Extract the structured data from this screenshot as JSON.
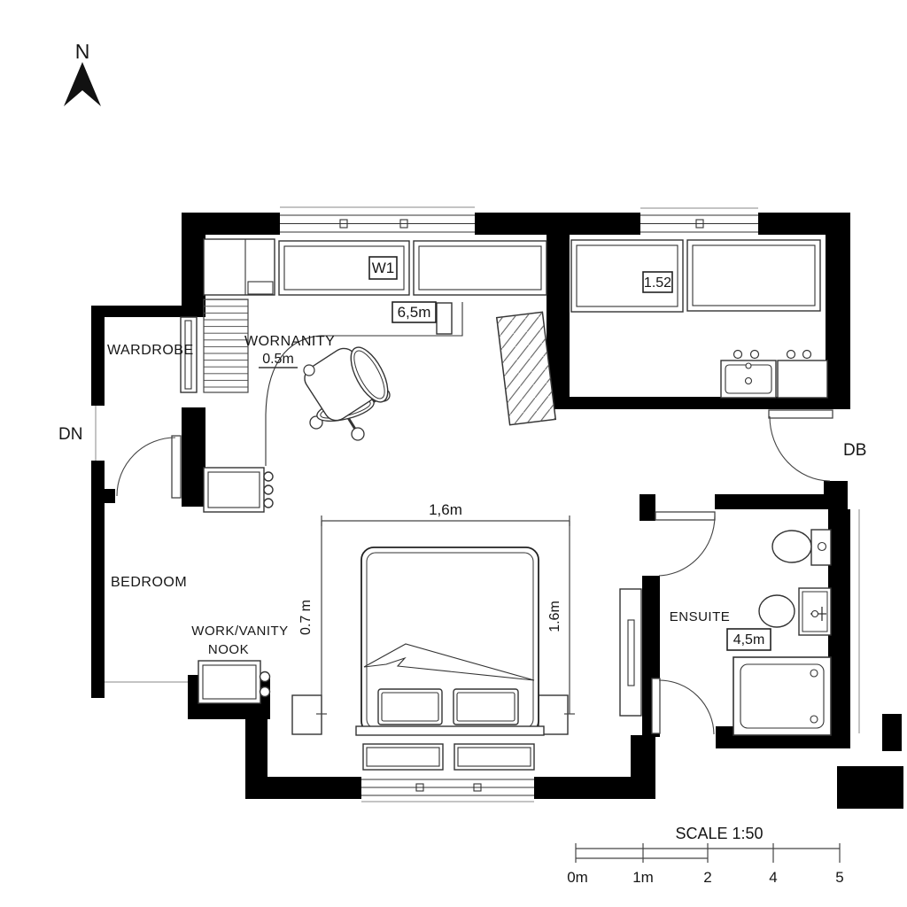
{
  "compass": {
    "label": "N"
  },
  "labels": {
    "wardrobe": "WARDROBE",
    "dn": "DN",
    "db": "DB",
    "bedroom": "BEDROOM",
    "ensuite": "ENSUITE",
    "work_vanity_upper": "WORNANITY",
    "work_vanity_upper_dim": "0.5m",
    "nook_line1": "WORK/VANITY",
    "nook_line2": "NOOK",
    "window_tag": "W1",
    "upper_room_dim": "1.52",
    "desk_dim": "6,5m",
    "bed_width_top": "1,6m",
    "bed_dim_left": "0.7 m",
    "bed_dim_right": "1.6m",
    "ensuite_area": "4,5m"
  },
  "scale_bar": {
    "title": "SCALE 1:50",
    "ticks": [
      "0m",
      "1m",
      "2",
      "4",
      "5"
    ]
  },
  "colors": {
    "wall": "#000000",
    "line": "#333333",
    "text": "#161616",
    "background": "#ffffff"
  }
}
